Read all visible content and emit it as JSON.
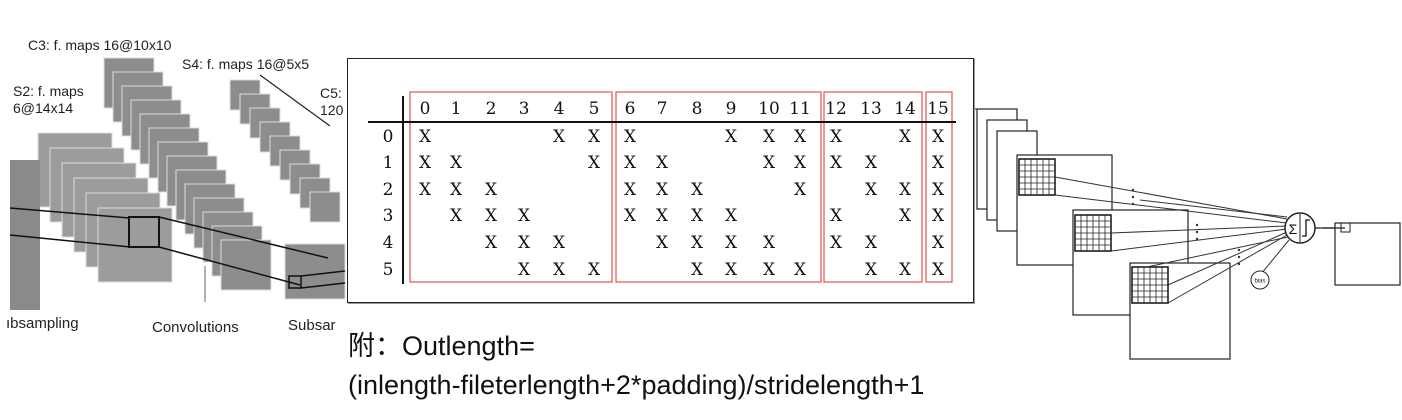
{
  "lenet": {
    "c3_label": "C3: f. maps 16@10x10",
    "s4_label": "S4: f. maps 16@5x5",
    "s2_label_line1": "S2: f. maps",
    "s2_label_line2": "6@14x14",
    "c5_label_line1": "C5:",
    "c5_label_line2": "120",
    "subsampling_label": "ıbsampling",
    "convolutions_label": "Convolutions",
    "subsar_label": "Subsar"
  },
  "connection_table": {
    "columns": [
      "0",
      "1",
      "2",
      "3",
      "4",
      "5",
      "6",
      "7",
      "8",
      "9",
      "10",
      "11",
      "12",
      "13",
      "14",
      "15"
    ],
    "rows": [
      "0",
      "1",
      "2",
      "3",
      "4",
      "5"
    ],
    "mark": "X",
    "cells": [
      [
        1,
        0,
        0,
        0,
        1,
        1,
        1,
        0,
        0,
        1,
        1,
        1,
        1,
        0,
        1,
        1
      ],
      [
        1,
        1,
        0,
        0,
        0,
        1,
        1,
        1,
        0,
        0,
        1,
        1,
        1,
        1,
        0,
        1
      ],
      [
        1,
        1,
        1,
        0,
        0,
        0,
        1,
        1,
        1,
        0,
        0,
        1,
        0,
        1,
        1,
        1
      ],
      [
        0,
        1,
        1,
        1,
        0,
        0,
        1,
        1,
        1,
        1,
        0,
        0,
        1,
        0,
        1,
        1
      ],
      [
        0,
        0,
        1,
        1,
        1,
        0,
        0,
        1,
        1,
        1,
        1,
        0,
        1,
        1,
        0,
        1
      ],
      [
        0,
        0,
        0,
        1,
        1,
        1,
        0,
        0,
        1,
        1,
        1,
        1,
        0,
        1,
        1,
        1
      ]
    ],
    "highlight_color": "#e06060"
  },
  "neuron": {
    "sum_symbol": "Σ",
    "bias_label": "bias"
  },
  "formula": {
    "line1": "附：Outlength=",
    "line2": "(inlength-fileterlength+2*padding)/stridelength+1"
  }
}
